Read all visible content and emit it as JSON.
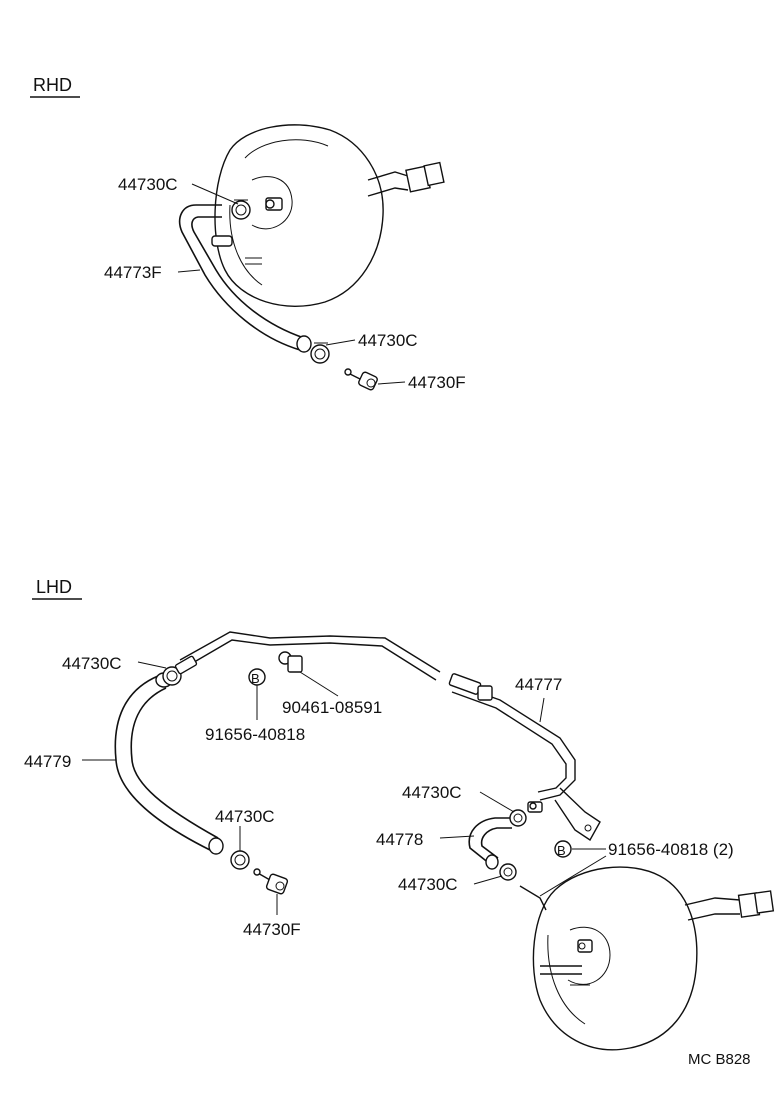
{
  "sections": {
    "rhd": "RHD",
    "lhd": "LHD"
  },
  "rhd_labels": {
    "clamp_top": "44730C",
    "hose": "44773F",
    "clamp_bottom": "44730C",
    "valve": "44730F"
  },
  "lhd_labels": {
    "clamp_left_top": "44730C",
    "bolt": "90461-08591",
    "bracket_clip": "91656-40818",
    "clip_marker": "B",
    "tube": "44777",
    "hose_left": "44779",
    "clamp_left_bottom": "44730C",
    "valve": "44730F",
    "clamp_right_top": "44730C",
    "hose_right": "44778",
    "bracket_clip_right": "91656-40818 (2)",
    "clip_marker_right": "B",
    "clamp_right_bottom": "44730C"
  },
  "footer": {
    "code": "MC  B828"
  }
}
